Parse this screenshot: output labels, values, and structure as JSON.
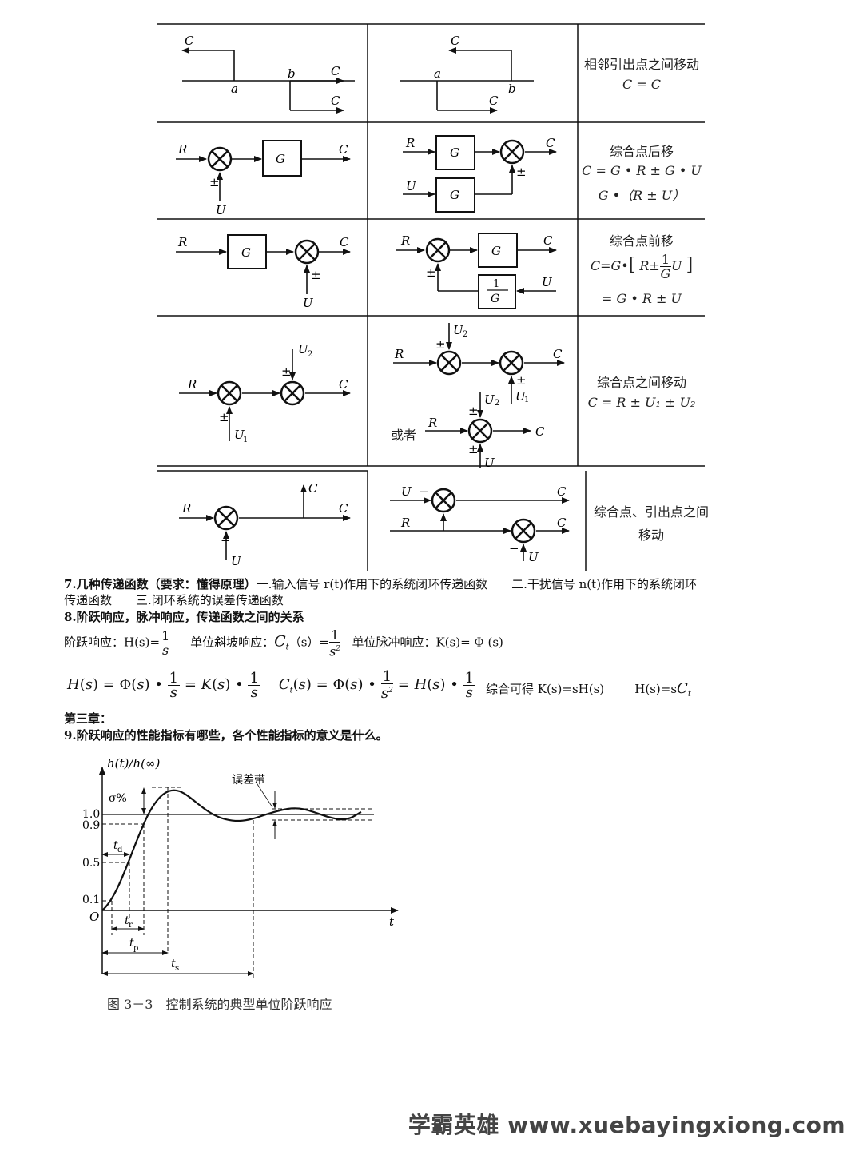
{
  "table": {
    "row1": {
      "rule": "相邻引出点之间移动",
      "formula": "C = C"
    },
    "row2": {
      "rule": "综合点后移",
      "formula1": "C = G • R ± G • U",
      "formula2": "G •（R ± U）"
    },
    "row3": {
      "rule": "综合点前移",
      "formula2": "= G • R ± U"
    },
    "row4": {
      "rule": "综合点之间移动",
      "formula": "C = R ± U₁ ± U₂",
      "or_label": "或者"
    },
    "row5": {
      "rule_line1": "综合点、引出点之间",
      "rule_line2": "移动"
    }
  },
  "text": {
    "s7_title": "7.几种传递函数（要求：懂得原理）",
    "s7_body1": "一.输入信号 r(t)作用下的系统闭环传递函数　　二.干扰信号 n(t)作用下的系统闭环",
    "s7_body2": "传递函数　　三.闭环系统的误差传递函数",
    "s8_title": "8.阶跃响应，脉冲响应，传递函数之间的关系",
    "step_label": "阶跃响应：H(s)=",
    "ramp_label": "单位斜坡响应：",
    "ramp_s": "（s）=",
    "impulse_label": "单位脉冲响应：K(s)= Φ (s)",
    "combine": "综合可得  K(s)=sH(s)",
    "h_eq": "H(s)=s",
    "ch3": "第三章：",
    "s9_title": "9.阶跃响应的性能指标有哪些，各个性能指标的意义是什么。"
  },
  "figure": {
    "ylabel": "h(t)/h(∞)",
    "ticks": [
      "1.0",
      "0.9",
      "0.5",
      "0.1"
    ],
    "origin": "O",
    "t_label": "t",
    "sigma": "σ%",
    "band": "误差带",
    "td": "t",
    "td_sub": "d",
    "tr": "t",
    "tr_sub": "r",
    "tp": "t",
    "tp_sub": "p",
    "ts": "t",
    "ts_sub": "s",
    "caption": "图 3－3　控制系统的典型单位阶跃响应"
  },
  "watermark": "学霸英雄 www.xuebayingxiong.com"
}
